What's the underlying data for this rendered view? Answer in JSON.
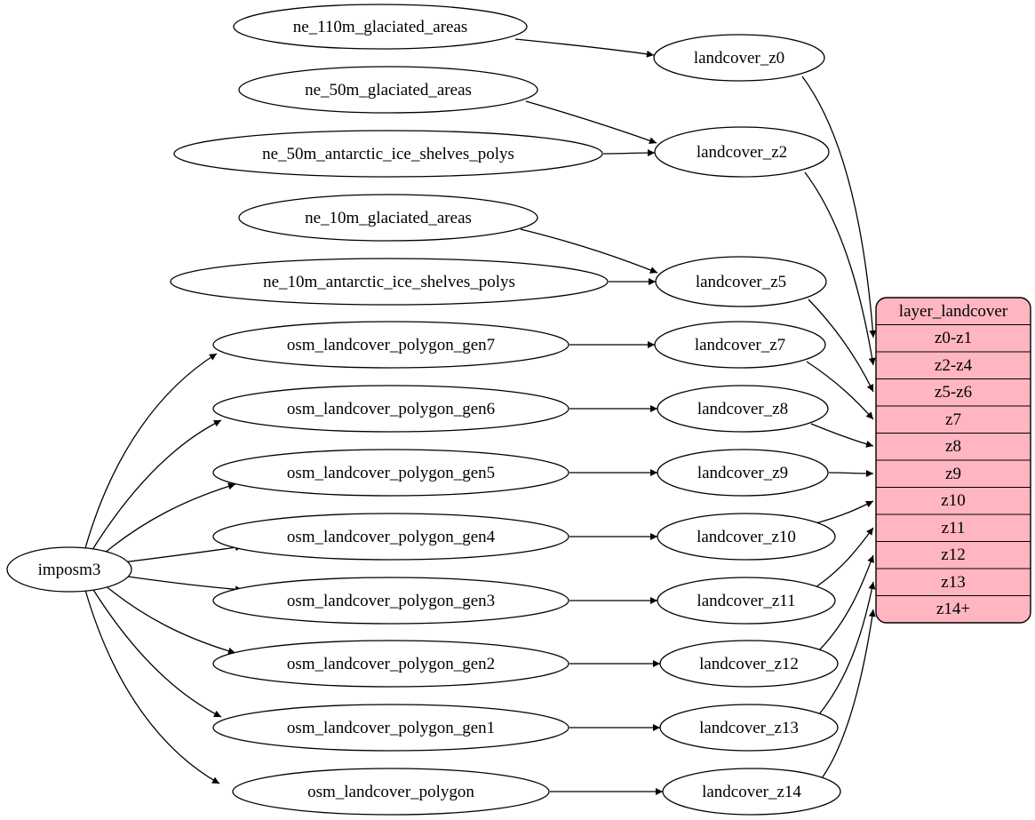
{
  "nodes": {
    "imposm3": "imposm3",
    "ne_110m_glaciated_areas": "ne_110m_glaciated_areas",
    "ne_50m_glaciated_areas": "ne_50m_glaciated_areas",
    "ne_50m_antarctic_ice_shelves_polys": "ne_50m_antarctic_ice_shelves_polys",
    "ne_10m_glaciated_areas": "ne_10m_glaciated_areas",
    "ne_10m_antarctic_ice_shelves_polys": "ne_10m_antarctic_ice_shelves_polys",
    "osm_landcover_polygon_gen7": "osm_landcover_polygon_gen7",
    "osm_landcover_polygon_gen6": "osm_landcover_polygon_gen6",
    "osm_landcover_polygon_gen5": "osm_landcover_polygon_gen5",
    "osm_landcover_polygon_gen4": "osm_landcover_polygon_gen4",
    "osm_landcover_polygon_gen3": "osm_landcover_polygon_gen3",
    "osm_landcover_polygon_gen2": "osm_landcover_polygon_gen2",
    "osm_landcover_polygon_gen1": "osm_landcover_polygon_gen1",
    "osm_landcover_polygon": "osm_landcover_polygon",
    "landcover_z0": "landcover_z0",
    "landcover_z2": "landcover_z2",
    "landcover_z5": "landcover_z5",
    "landcover_z7": "landcover_z7",
    "landcover_z8": "landcover_z8",
    "landcover_z9": "landcover_z9",
    "landcover_z10": "landcover_z10",
    "landcover_z11": "landcover_z11",
    "landcover_z12": "landcover_z12",
    "landcover_z13": "landcover_z13",
    "landcover_z14": "landcover_z14"
  },
  "record": {
    "title": "layer_landcover",
    "rows": [
      "z0-z1",
      "z2-z4",
      "z5-z6",
      "z7",
      "z8",
      "z9",
      "z10",
      "z11",
      "z12",
      "z13",
      "z14+"
    ],
    "fill": "#ffb6c1"
  },
  "colors": {
    "background": "#ffffff",
    "node_fill": "#ffffff",
    "node_stroke": "#000000",
    "edge": "#000000",
    "text": "#000000",
    "record_fill": "#ffb6c1"
  },
  "edges": [
    {
      "from": "ne_110m_glaciated_areas",
      "to": "landcover_z0"
    },
    {
      "from": "ne_50m_glaciated_areas",
      "to": "landcover_z2"
    },
    {
      "from": "ne_50m_antarctic_ice_shelves_polys",
      "to": "landcover_z2"
    },
    {
      "from": "ne_10m_glaciated_areas",
      "to": "landcover_z5"
    },
    {
      "from": "ne_10m_antarctic_ice_shelves_polys",
      "to": "landcover_z5"
    },
    {
      "from": "imposm3",
      "to": "osm_landcover_polygon_gen7"
    },
    {
      "from": "imposm3",
      "to": "osm_landcover_polygon_gen6"
    },
    {
      "from": "imposm3",
      "to": "osm_landcover_polygon_gen5"
    },
    {
      "from": "imposm3",
      "to": "osm_landcover_polygon_gen4"
    },
    {
      "from": "imposm3",
      "to": "osm_landcover_polygon_gen3"
    },
    {
      "from": "imposm3",
      "to": "osm_landcover_polygon_gen2"
    },
    {
      "from": "imposm3",
      "to": "osm_landcover_polygon_gen1"
    },
    {
      "from": "imposm3",
      "to": "osm_landcover_polygon"
    },
    {
      "from": "osm_landcover_polygon_gen7",
      "to": "landcover_z7"
    },
    {
      "from": "osm_landcover_polygon_gen6",
      "to": "landcover_z8"
    },
    {
      "from": "osm_landcover_polygon_gen5",
      "to": "landcover_z9"
    },
    {
      "from": "osm_landcover_polygon_gen4",
      "to": "landcover_z10"
    },
    {
      "from": "osm_landcover_polygon_gen3",
      "to": "landcover_z11"
    },
    {
      "from": "osm_landcover_polygon_gen2",
      "to": "landcover_z12"
    },
    {
      "from": "osm_landcover_polygon_gen1",
      "to": "landcover_z13"
    },
    {
      "from": "osm_landcover_polygon",
      "to": "landcover_z14"
    },
    {
      "from": "landcover_z0",
      "to": "layer_landcover",
      "port": "z0-z1"
    },
    {
      "from": "landcover_z2",
      "to": "layer_landcover",
      "port": "z2-z4"
    },
    {
      "from": "landcover_z5",
      "to": "layer_landcover",
      "port": "z5-z6"
    },
    {
      "from": "landcover_z7",
      "to": "layer_landcover",
      "port": "z7"
    },
    {
      "from": "landcover_z8",
      "to": "layer_landcover",
      "port": "z8"
    },
    {
      "from": "landcover_z9",
      "to": "layer_landcover",
      "port": "z9"
    },
    {
      "from": "landcover_z10",
      "to": "layer_landcover",
      "port": "z10"
    },
    {
      "from": "landcover_z11",
      "to": "layer_landcover",
      "port": "z11"
    },
    {
      "from": "landcover_z12",
      "to": "layer_landcover",
      "port": "z12"
    },
    {
      "from": "landcover_z13",
      "to": "layer_landcover",
      "port": "z13"
    },
    {
      "from": "landcover_z14",
      "to": "layer_landcover",
      "port": "z14+"
    }
  ]
}
